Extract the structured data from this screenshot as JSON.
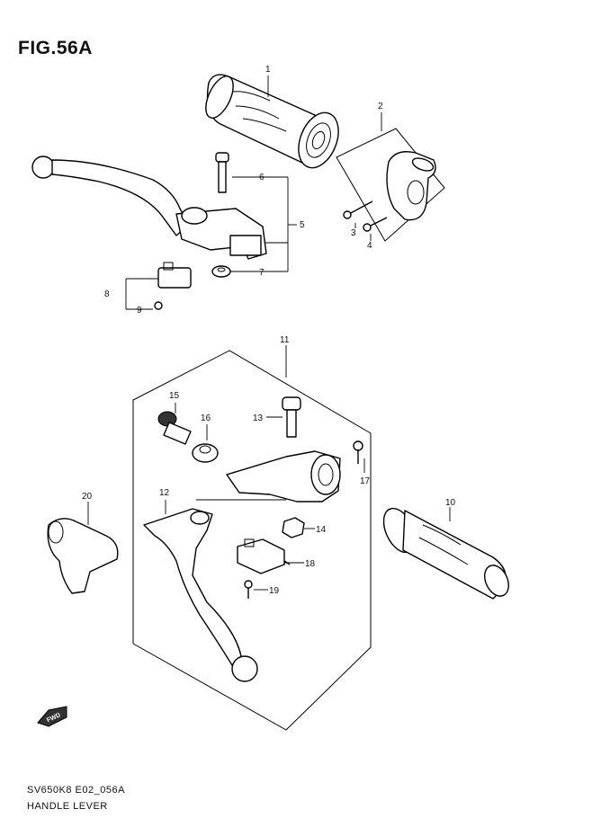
{
  "figure": {
    "title": "FIG.56A",
    "model_code": "SV650K8 E02_056A",
    "name": "HANDLE LEVER",
    "fwd_label": "FWD"
  },
  "callouts": [
    "1",
    "2",
    "3",
    "4",
    "5",
    "6",
    "7",
    "8",
    "9",
    "11",
    "13",
    "15",
    "16",
    "17",
    "12",
    "14",
    "18",
    "19",
    "20",
    "10"
  ]
}
